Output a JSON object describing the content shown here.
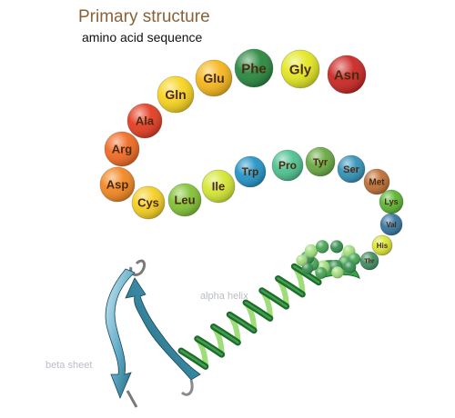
{
  "header": {
    "title": "Primary structure",
    "subtitle": "amino acid sequence"
  },
  "labels": {
    "alpha_helix": "alpha helix",
    "beta_sheet": "beta sheet"
  },
  "sequence": [
    {
      "name": "Asn",
      "color": "#c9201d"
    },
    {
      "name": "Gly",
      "color": "#e2e619"
    },
    {
      "name": "Phe",
      "color": "#23843a"
    },
    {
      "name": "Glu",
      "color": "#f5b414"
    },
    {
      "name": "Gln",
      "color": "#f7d216"
    },
    {
      "name": "Ala",
      "color": "#e3361a"
    },
    {
      "name": "Arg",
      "color": "#f1651c"
    },
    {
      "name": "Asp",
      "color": "#f3831b"
    },
    {
      "name": "Cys",
      "color": "#f4cd19"
    },
    {
      "name": "Leu",
      "color": "#7ec02f"
    },
    {
      "name": "Ile",
      "color": "#d3e62d"
    },
    {
      "name": "Trp",
      "color": "#1c90c4"
    },
    {
      "name": "Pro",
      "color": "#48bf8d"
    },
    {
      "name": "Tyr",
      "color": "#63a63b"
    },
    {
      "name": "Ser",
      "color": "#2b8eb6"
    },
    {
      "name": "Met",
      "color": "#bb6a2d"
    },
    {
      "name": "Lys",
      "color": "#56b22c"
    },
    {
      "name": "Val",
      "color": "#2e709c"
    },
    {
      "name": "His",
      "color": "#d8e52b"
    },
    {
      "name": "Thr",
      "color": "#3a8a5e"
    }
  ],
  "colors": {
    "helix_dark": "#1f6b2c",
    "helix_mid": "#3fa04d",
    "helix_light": "#9fdc7a",
    "sheet_dark": "#1c5f74",
    "sheet_light": "#9fd2e6",
    "loop": "#7a7a7a"
  }
}
